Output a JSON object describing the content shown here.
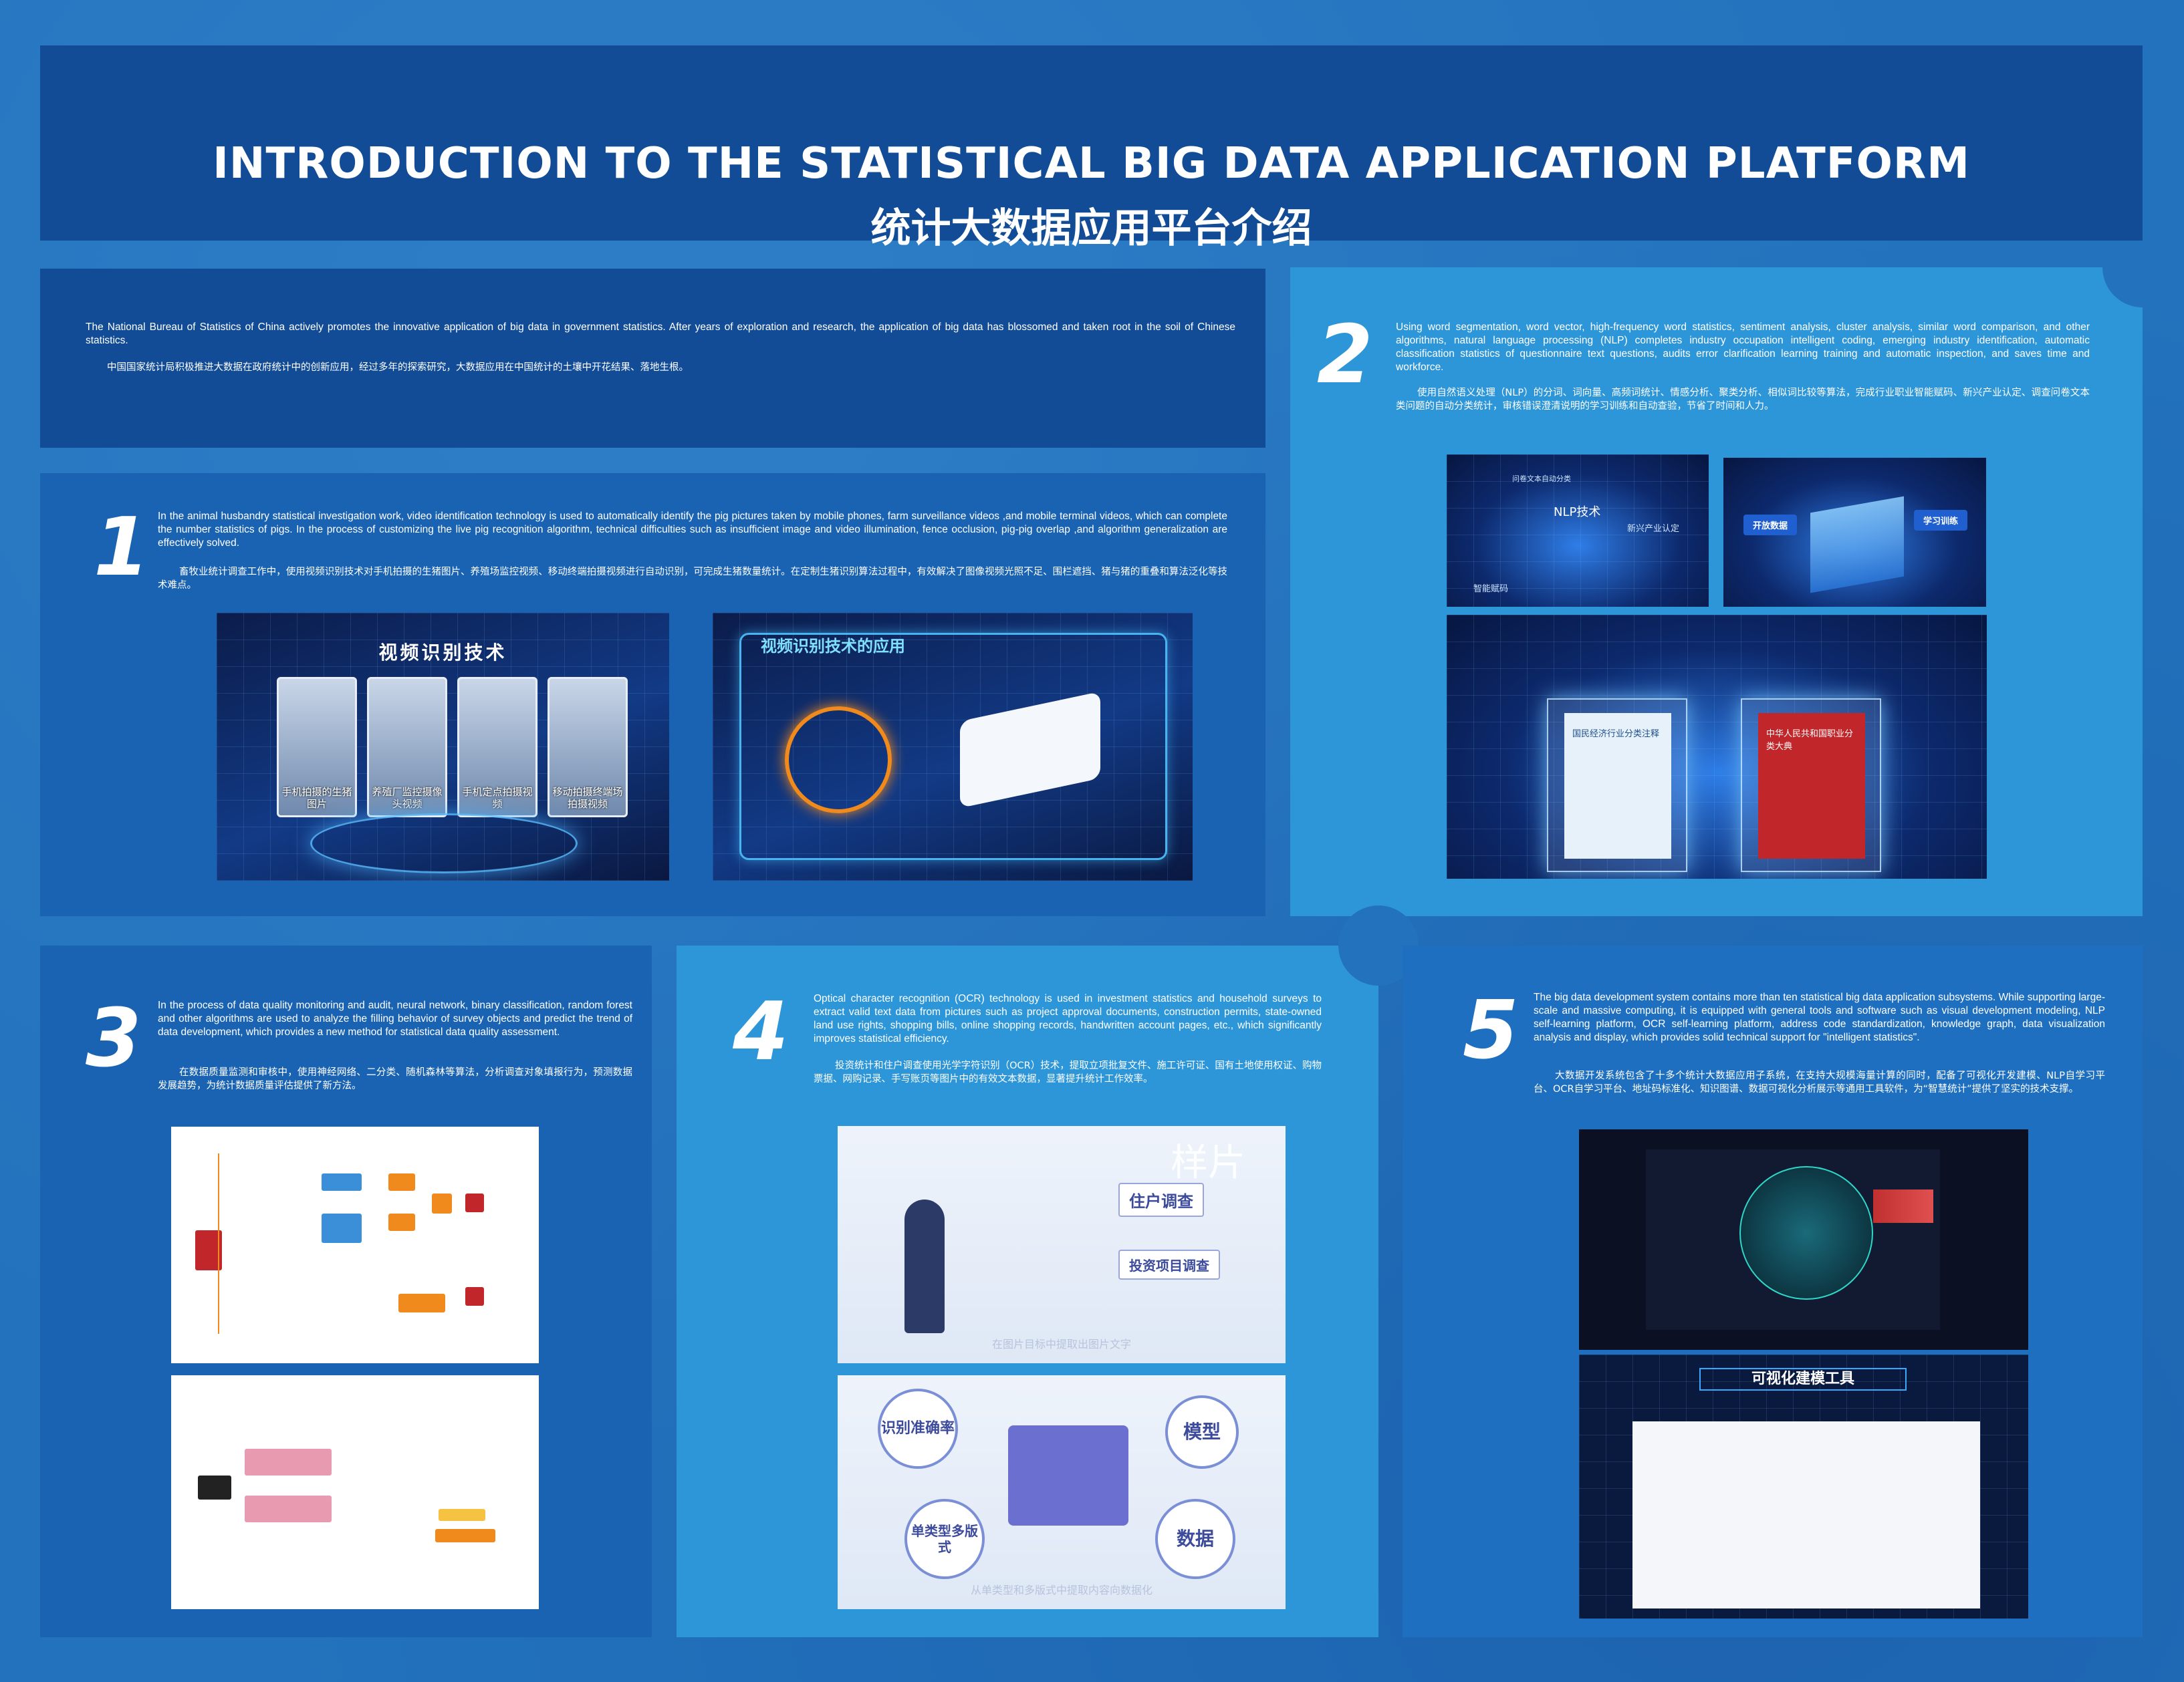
{
  "title": {
    "en": "INTRODUCTION TO THE STATISTICAL BIG DATA APPLICATION PLATFORM",
    "zh": "统计大数据应用平台介绍"
  },
  "intro": {
    "en": "The National Bureau of Statistics of China actively promotes the innovative application of big data in government statistics. After years of exploration and research, the application of big data has blossomed and taken root in the soil of Chinese statistics.",
    "zh": "中国国家统计局积极推进大数据在政府统计中的创新应用，经过多年的探索研究，大数据应用在中国统计的土壤中开花结果、落地生根。"
  },
  "sections": [
    {
      "number": "1",
      "en": "In the animal husbandry statistical investigation work, video identification technology is used to automatically identify the pig pictures taken by mobile phones, farm surveillance videos ,and mobile terminal videos, which can complete the number statistics of pigs. In the process of customizing the live pig recognition algorithm, technical difficulties such as insufficient image and video illumination, fence occlusion, pig-pig overlap ,and algorithm generalization are effectively solved.",
      "zh": "畜牧业统计调查工作中，使用视频识别技术对手机拍摄的生猪图片、养殖场监控视频、移动终端拍摄视频进行自动识别，可完成生猪数量统计。在定制生猪识别算法过程中，有效解决了图像视频光照不足、围栏遮挡、猪与猪的重叠和算法泛化等技术难点。",
      "image1_title": "视频识别技术",
      "image1_cards": [
        "手机拍摄的生猪图片",
        "养殖厂监控摄像头视频",
        "手机定点拍摄视频",
        "移动拍摄终端场拍摄视频"
      ],
      "image2_title": "视频识别技术的应用"
    },
    {
      "number": "2",
      "en": "Using word segmentation, word vector, high-frequency word statistics, sentiment analysis, cluster analysis, similar word comparison, and other algorithms, natural language processing (NLP) completes industry occupation intelligent coding, emerging industry identification, automatic classification statistics of questionnaire text questions, audits error clarification learning training and automatic inspection, and saves time and workforce.",
      "zh": "使用自然语义处理（NLP）的分词、词向量、高频词统计、情感分析、聚类分析、相似词比较等算法，完成行业职业智能赋码、新兴产业认定、调查问卷文本类问题的自动分类统计，审核错误澄清说明的学习训练和自动查验，节省了时间和人力。",
      "image1_labels": [
        "NLP技术",
        "智能赋码",
        "新兴产业认定",
        "问卷文本自动分类"
      ],
      "image2_labels": [
        "开放数据",
        "学习训练"
      ],
      "image3_books": [
        "国民经济行业分类注释",
        "中华人民共和国职业分类大典"
      ]
    },
    {
      "number": "3",
      "en": "In the process of data quality monitoring and audit, neural network, binary classification, random forest and other algorithms are used to analyze the filling behavior of survey objects and predict the trend of data development, which provides a new method for statistical data quality assessment.",
      "zh": "在数据质量监测和审核中，使用神经网络、二分类、随机森林等算法，分析调查对象填报行为，预测数据发展趋势，为统计数据质量评估提供了新方法。"
    },
    {
      "number": "4",
      "en": "Optical character recognition (OCR) technology is used in investment statistics and household surveys to extract valid text data from pictures such as project approval documents, construction permits, state-owned land use rights, shopping bills, online shopping records, handwritten account pages, etc., which significantly improves statistical efficiency.",
      "zh": "投资统计和住户调查使用光学字符识别（OCR）技术，提取立项批复文件、施工许可证、国有土地使用权证、购物票据、网购记录、手写账页等图片中的有效文本数据，显著提升统计工作效率。",
      "image1_labels": [
        "住户调查",
        "投资项目调查"
      ],
      "image1_caption": "在图片目标中提取出图片文字",
      "image2_labels": [
        "识别准确率",
        "模型",
        "单类型多版式",
        "数据"
      ],
      "image2_caption": "从单类型和多版式中提取内容向数据化",
      "watermark": "样片"
    },
    {
      "number": "5",
      "en": "The big data development system contains more than ten statistical big data application subsystems. While supporting large-scale and massive computing, it is equipped with general tools and software such as visual development modeling, NLP self-learning platform, OCR self-learning platform, address code standardization, knowledge graph, data visualization analysis and display, which provides solid technical support for \"intelligent statistics\".",
      "zh": "大数据开发系统包含了十多个统计大数据应用子系统，在支持大规模海量计算的同时，配备了可视化开发建模、NLP自学习平台、OCR自学习平台、地址码标准化、知识图谱、数据可视化分析展示等通用工具软件，为“智慧统计”提供了坚实的技术支撑。",
      "image2_title": "可视化建模工具"
    }
  ],
  "colors": {
    "background": "#2272bd",
    "title_panel": "#124c97",
    "panel_dark": "#1a63b3",
    "panel_light": "#2d96d8",
    "orange": "#f08a1c",
    "red": "#c0262a"
  }
}
